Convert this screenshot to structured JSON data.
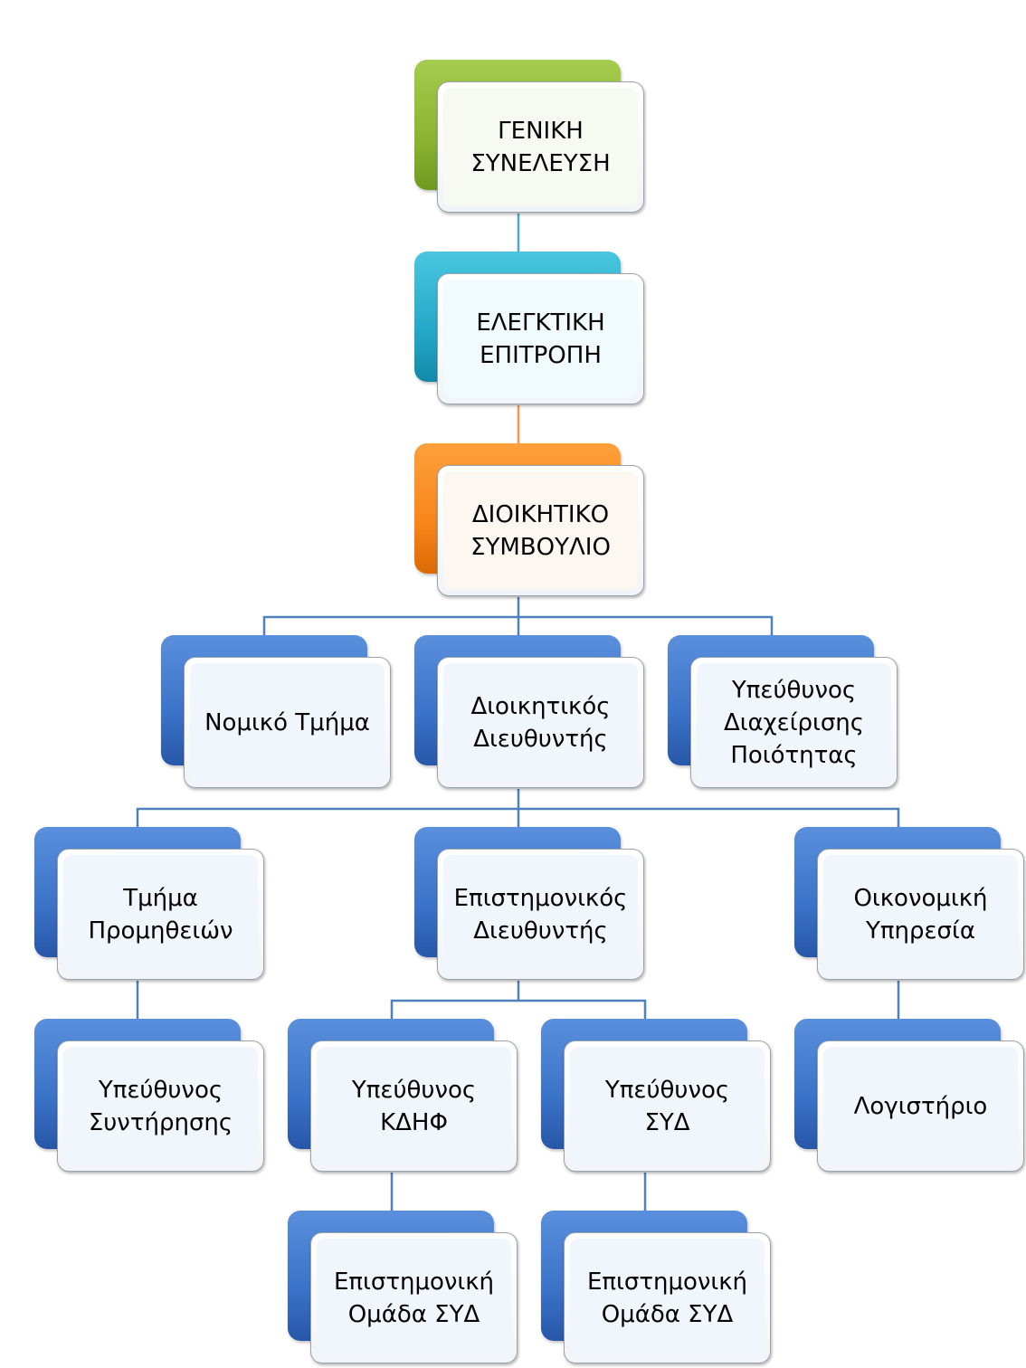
{
  "nodes": {
    "general_assembly": "ΓΕΝΙΚΗ\nΣΥΝΕΛΕΥΣΗ",
    "audit_committee": "ΕΛΕΓΚΤΙΚΗ\nΕΠΙΤΡΟΠΗ",
    "board": "ΔΙΟΙΚΗΤΙΚΟ\nΣΥΜΒΟΥΛΙΟ",
    "legal": "Νομικό Τμήμα",
    "admin_director": "Διοικητικός\nΔιευθυντής",
    "quality_manager": "Υπεύθυνος\nΔιαχείρισης\nΠοιότητας",
    "procurement": "Τμήμα\nΠρομηθειών",
    "scientific_director": "Επιστημονικός\nΔιευθυντής",
    "financial_service": "Οικονομική\nΥπηρεσία",
    "maintenance_manager": "Υπεύθυνος\nΣυντήρησης",
    "kdhf_manager": "Υπεύθυνος\nΚΔΗΦ",
    "syd_manager": "Υπεύθυνος\nΣΥΔ",
    "accounting": "Λογιστήριο",
    "team_syd_1": "Επιστημονική\nΟμάδα ΣΥΔ",
    "team_syd_2": "Επιστημονική\nΟμάδα ΣΥΔ"
  },
  "colors": {
    "green": "#8bb531",
    "cyan": "#25a9c8",
    "orange": "#f7861a",
    "blue": "#3b73c8",
    "connector_blue": "#4f81bd",
    "connector_orange": "#f7964a",
    "connector_cyan": "#4bacc6"
  }
}
